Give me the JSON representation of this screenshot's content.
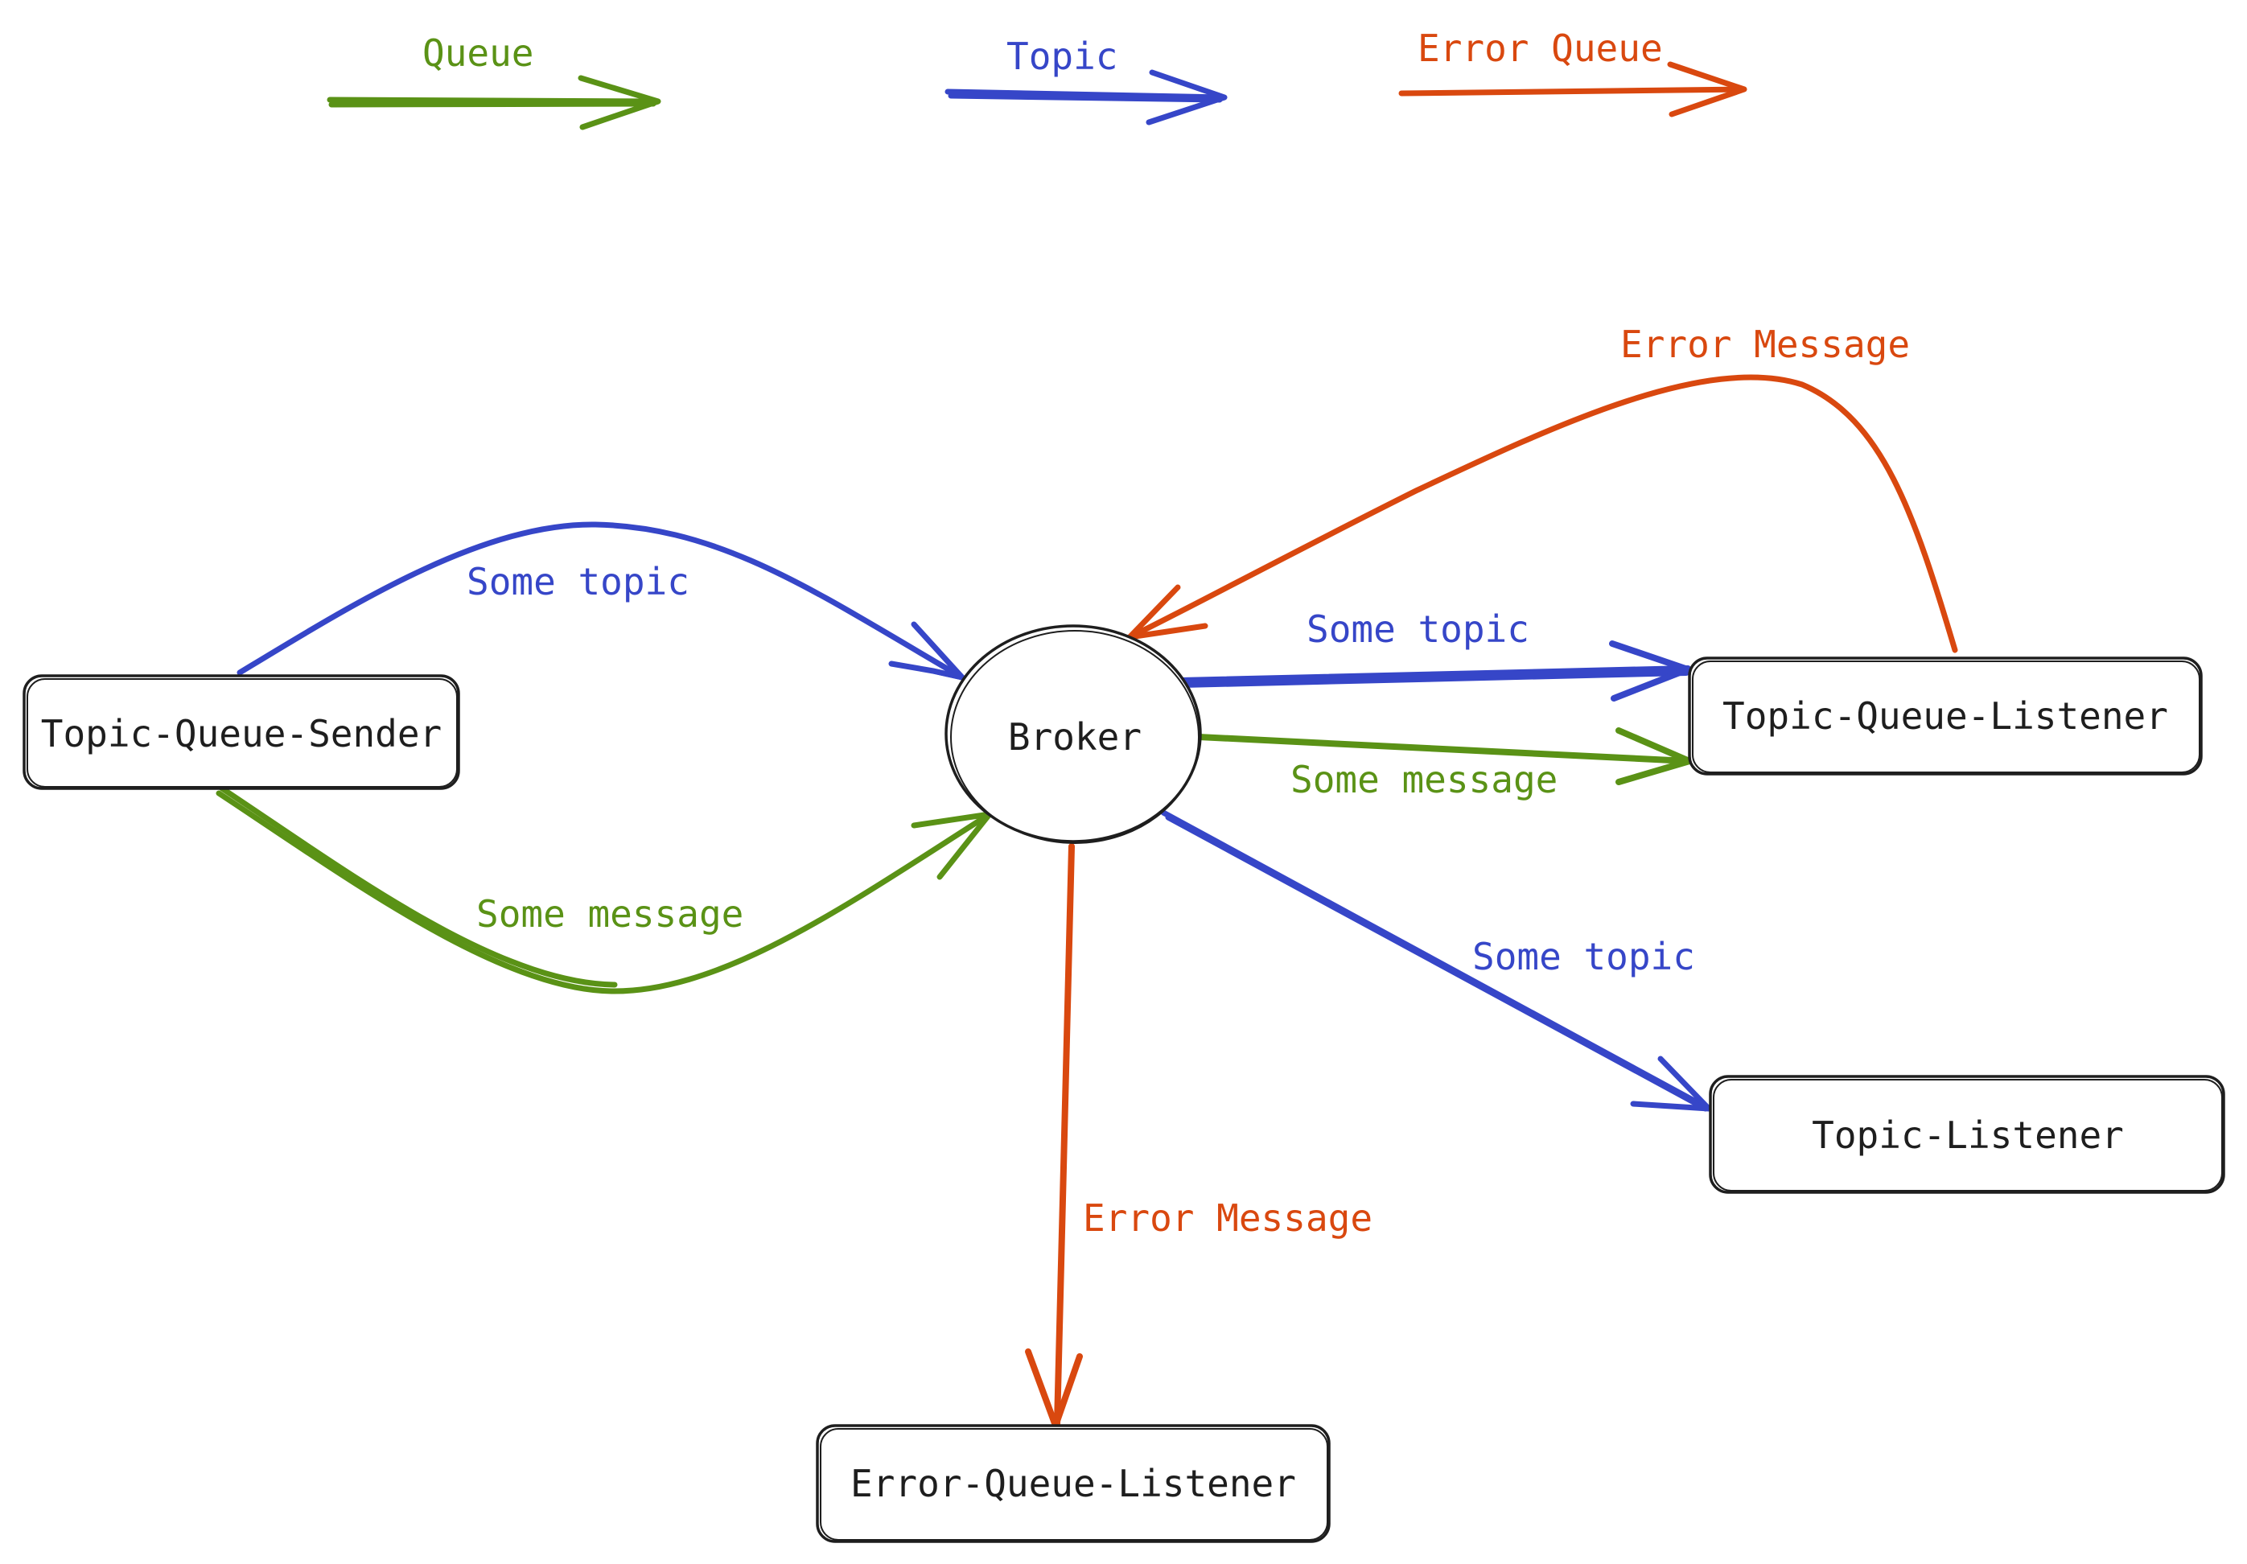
{
  "colors": {
    "queue": "#5a9216",
    "topic": "#3646c8",
    "error": "#d9480f",
    "ink": "#1e1e1e",
    "background": "#ffffff"
  },
  "legend": {
    "queue": "Queue",
    "topic": "Topic",
    "error_queue": "Error Queue"
  },
  "nodes": {
    "sender": "Topic-Queue-Sender",
    "broker": "Broker",
    "topic_queue_listener": "Topic-Queue-Listener",
    "topic_listener": "Topic-Listener",
    "error_queue_listener": "Error-Queue-Listener"
  },
  "edges": {
    "sender_topic": "Some topic",
    "sender_message": "Some message",
    "broker_tql_topic": "Some topic",
    "broker_tql_message": "Some message",
    "broker_tl_topic": "Some topic",
    "tql_error": "Error Message",
    "broker_error": "Error Message"
  }
}
